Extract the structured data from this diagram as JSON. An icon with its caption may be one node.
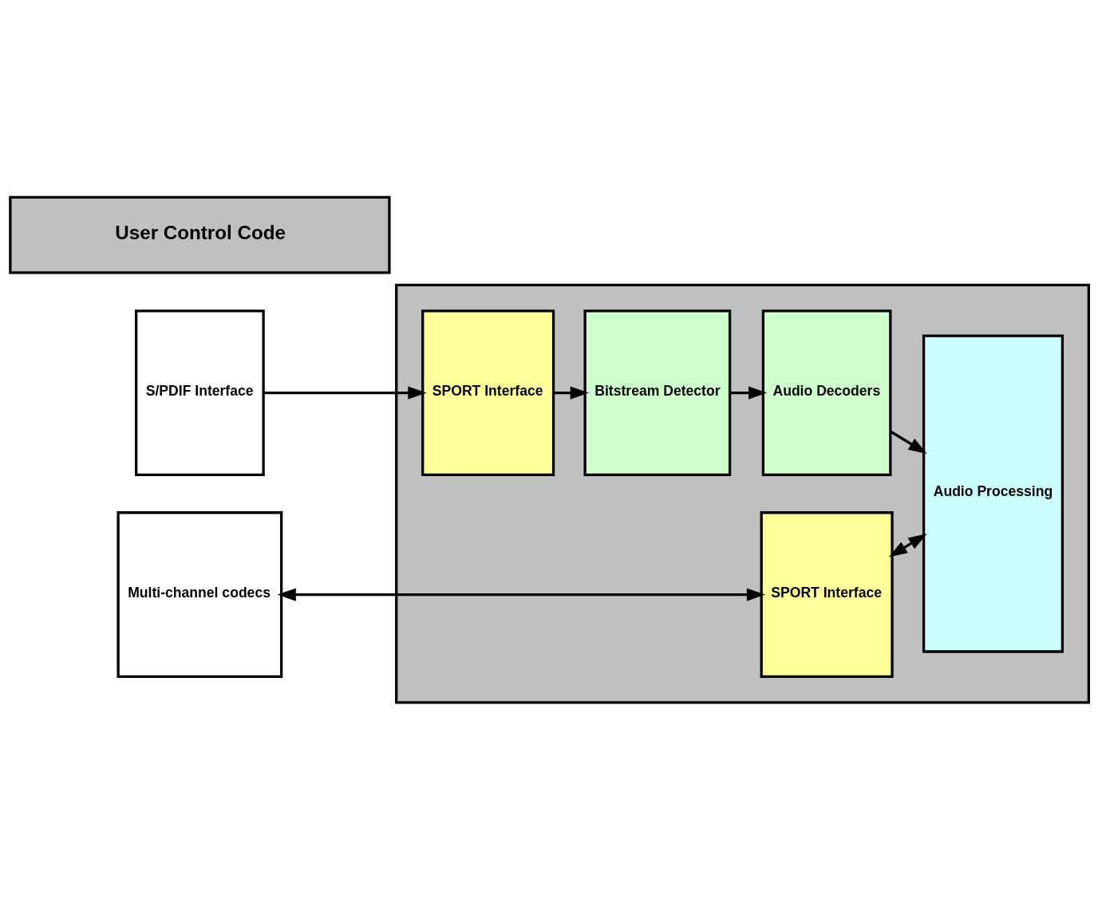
{
  "diagram": {
    "nodes": [
      {
        "text": [
          "S/PDIF Interface"
        ]
      },
      {
        "text": [],
        "shape": "box"
      },
      {
        "text": [
          "SPORT Interface"
        ],
        "in": 1
      },
      {
        "text": [
          "Bitstream Detector"
        ],
        "in": 1
      },
      {
        "text": [
          "Audio Decoders"
        ],
        "in": 1
      },
      {
        "text": [
          "Audio Processing"
        ],
        "in": 1
      },
      {
        "text": [
          "Multi-channel codecs"
        ]
      },
      {
        "text": [
          "SPORT Interface"
        ],
        "in": 1
      },
      {
        "text": [
          "User Control Code"
        ]
      }
    ],
    "edges": [
      {
        "from": 0,
        "to": 2,
        "arrow": "to"
      },
      {
        "from": 2,
        "to": 3,
        "arrow": "to"
      },
      {
        "from": 3,
        "to": 4,
        "arrow": "to"
      },
      {
        "from": 4,
        "to": 5,
        "arrow": "to"
      },
      {
        "from": 6,
        "to": 7,
        "arrow": "both"
      },
      {
        "from": 7,
        "to": 5,
        "arrow": "both"
      }
    ]
  }
}
